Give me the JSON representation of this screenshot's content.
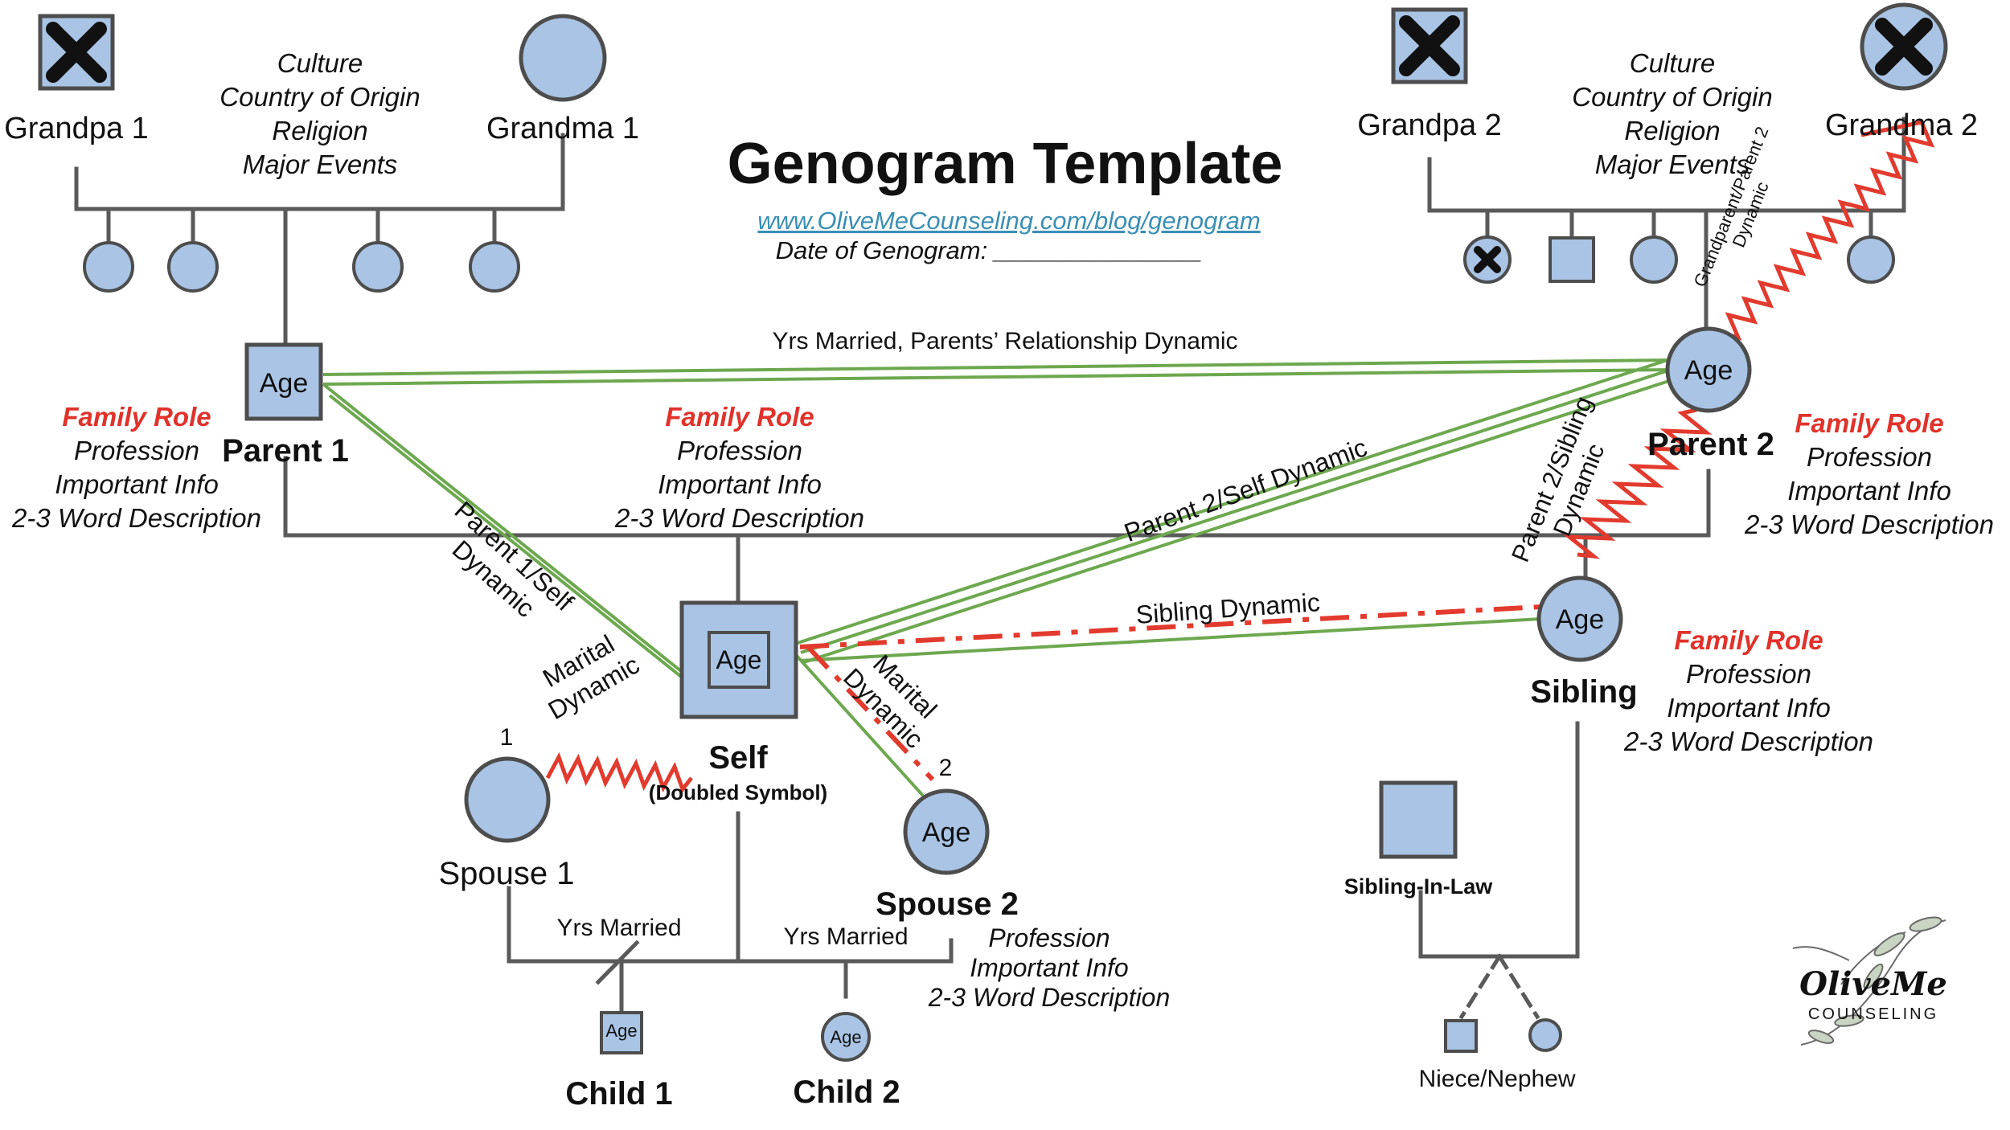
{
  "title": "Genogram Template",
  "url": "www.OliveMeCounseling.com/blog/genogram",
  "date_label": "Date of Genogram: _______________",
  "grandparents": {
    "grandpa1": "Grandpa 1",
    "grandma1": "Grandma 1",
    "grandpa2": "Grandpa 2",
    "grandma2": "Grandma 2",
    "culture_block": [
      "Culture",
      "Country of Origin",
      "Religion",
      "Major Events"
    ]
  },
  "age_label": "Age",
  "parent1": {
    "name": "Parent 1",
    "info": [
      "Family Role",
      "Profession",
      "Important Info",
      "2-3 Word Description"
    ]
  },
  "parent2": {
    "name": "Parent 2",
    "info": [
      "Family Role",
      "Profession",
      "Important Info",
      "2-3 Word Description"
    ]
  },
  "self_info": [
    "Family Role",
    "Profession",
    "Important Info",
    "2-3 Word Description"
  ],
  "self": {
    "name": "Self",
    "note": "(Doubled Symbol)"
  },
  "sibling": {
    "name": "Sibling",
    "info": [
      "Family Role",
      "Profession",
      "Important Info",
      "2-3 Word Description"
    ]
  },
  "spouse1": {
    "name": "Spouse 1",
    "number": "1"
  },
  "spouse2": {
    "name": "Spouse 2",
    "number": "2",
    "info": [
      "Profession",
      "Important Info",
      "2-3 Word Description"
    ]
  },
  "relationships": {
    "parents": "Yrs Married, Parents’ Relationship Dynamic",
    "parent1_self": [
      "Parent 1/Self",
      "Dynamic"
    ],
    "parent2_self": "Parent 2/Self Dynamic",
    "parent2_sibling": [
      "Parent 2/Sibling",
      "Dynamic"
    ],
    "grandparent_parent2": [
      "Grandparent/Parent 2",
      "Dynamic"
    ],
    "sibling": "Sibling Dynamic",
    "marital1": [
      "Marital",
      "Dynamic"
    ],
    "marital2": [
      "Marital",
      "Dynamic"
    ],
    "yrs_married_1": "Yrs Married",
    "yrs_married_2": "Yrs Married"
  },
  "children": {
    "child1": "Child 1",
    "child2": "Child 2"
  },
  "sibling_in_law": "Sibling-In-Law",
  "niece_nephew": "Niece/Nephew",
  "logo": {
    "line1": "OliveMe",
    "line2": "COUNSELING"
  },
  "colors": {
    "symbol_fill": "#a9c4e4",
    "line": "#5a5a5a",
    "relationship_green": "#6da84f",
    "conflict_red": "#e33a2e",
    "family_role_red": "#e0322b",
    "link_blue": "#3a8fb4"
  },
  "icons": [
    "deceased-x-icon",
    "male-square-icon",
    "female-circle-icon",
    "olive-branch-icon"
  ]
}
